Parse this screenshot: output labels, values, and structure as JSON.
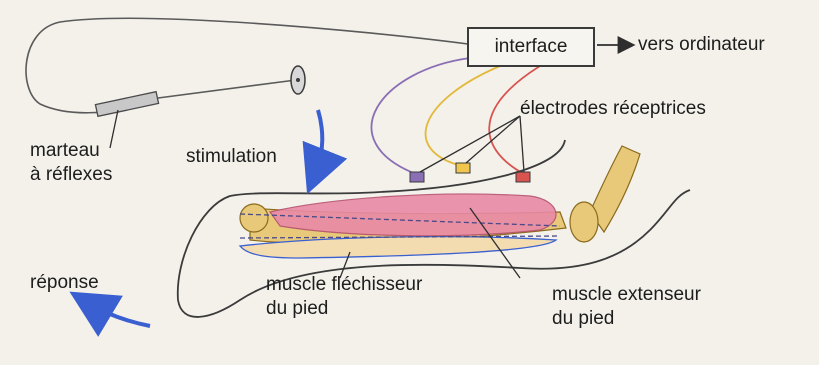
{
  "labels": {
    "interface": "interface",
    "vers_ordinateur": "vers ordinateur",
    "electrodes": "électrodes réceptrices",
    "marteau_1": "marteau",
    "marteau_2": "à réflexes",
    "stimulation": "stimulation",
    "reponse": "réponse",
    "flechisseur_1": "muscle fléchisseur",
    "flechisseur_2": "du pied",
    "extenseur_1": "muscle extenseur",
    "extenseur_2": "du pied"
  },
  "colors": {
    "leg_outline": "#3b3b3b",
    "bone": "#e8c979",
    "muscle_extensor": "#e98aa6",
    "electrode_purple": "#8b6fb5",
    "electrode_yellow": "#f1c64f",
    "electrode_red": "#d9534f",
    "arrow_blue": "#3a5fd0"
  }
}
